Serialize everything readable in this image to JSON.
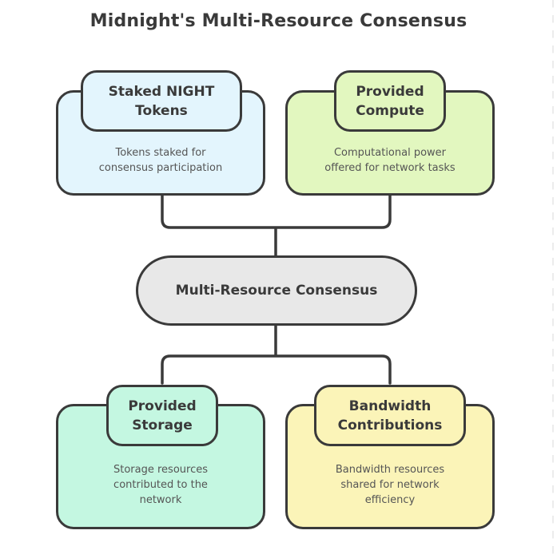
{
  "title": "Midnight's Multi-Resource Consensus",
  "center": {
    "label": "Multi-Resource Consensus",
    "color": "#e8e8e8"
  },
  "nodes": [
    {
      "id": "staked-night-tokens",
      "title": "Staked NIGHT\nTokens",
      "title_l1": "Staked NIGHT",
      "title_l2": "Tokens",
      "desc_l1": "Tokens staked for",
      "desc_l2": "consensus participation",
      "desc_l3": "",
      "color": "#e3f5fd"
    },
    {
      "id": "provided-compute",
      "title_l1": "Provided",
      "title_l2": "Compute",
      "desc_l1": "Computational power",
      "desc_l2": "offered for network tasks",
      "desc_l3": "",
      "color": "#e2f7bf"
    },
    {
      "id": "provided-storage",
      "title_l1": "Provided",
      "title_l2": "Storage",
      "desc_l1": "Storage resources",
      "desc_l2": "contributed to the",
      "desc_l3": "network",
      "color": "#c4f7e1"
    },
    {
      "id": "bandwidth-contributions",
      "title_l1": "Bandwidth",
      "title_l2": "Contributions",
      "desc_l1": "Bandwidth resources",
      "desc_l2": "shared for network",
      "desc_l3": "efficiency",
      "color": "#fbf4b8"
    }
  ]
}
